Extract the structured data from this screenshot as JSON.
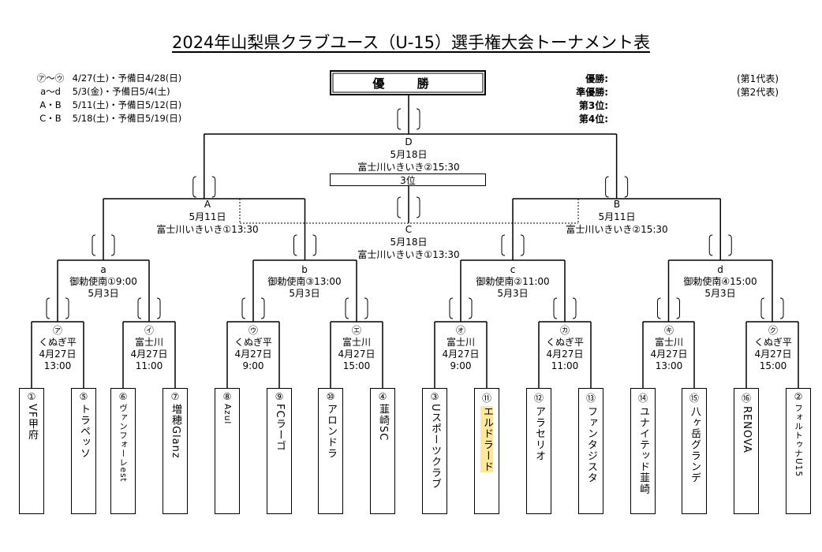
{
  "title": "2024年山梨県クラブユース（U-15）選手権大会トーナメント表",
  "schedule": [
    {
      "sym": "㋐～㋒",
      "text": "4/27(土)・予備日4/28(日)"
    },
    {
      "sym": "a～d",
      "text": "5/3(金)・予備日5/4(土)"
    },
    {
      "sym": "A・B",
      "text": "5/11(土)・予備日5/12(日)"
    },
    {
      "sym": "C・B",
      "text": "5/18(土)・予備日5/19(日)"
    }
  ],
  "results": {
    "champion": "優勝:",
    "runner_up": "準優勝:",
    "third": "第3位:",
    "fourth": "第4位:",
    "champion_note": "(第1代表)",
    "runner_up_note": "(第2代表)"
  },
  "champion_box": "優 勝",
  "third_box": "3位",
  "final": {
    "id": "D",
    "date": "5月18日",
    "venue": "富士川いきいき②15:30"
  },
  "third_place": {
    "id": "C",
    "date": "5月18日",
    "venue": "富士川いきいき①13:30"
  },
  "semis": [
    {
      "id": "A",
      "date": "5月11日",
      "venue": "富士川いきいき①13:30"
    },
    {
      "id": "B",
      "date": "5月11日",
      "venue": "富士川いきいき②15:30"
    }
  ],
  "quarters": [
    {
      "id": "a",
      "venue": "御勅使南①9:00",
      "date": "5月3日"
    },
    {
      "id": "b",
      "venue": "御勅使南③13:00",
      "date": "5月3日"
    },
    {
      "id": "c",
      "venue": "御勅使南②11:00",
      "date": "5月3日"
    },
    {
      "id": "d",
      "venue": "御勅使南④15:00",
      "date": "5月3日"
    }
  ],
  "first_round": [
    {
      "id": "㋐",
      "venue": "くぬぎ平",
      "date": "4月27日",
      "time": "13:00"
    },
    {
      "id": "㋑",
      "venue": "富士川",
      "date": "4月27日",
      "time": "11:00"
    },
    {
      "id": "㋒",
      "venue": "くぬぎ平",
      "date": "4月27日",
      "time": "9:00"
    },
    {
      "id": "㋓",
      "venue": "富士川",
      "date": "4月27日",
      "time": "15:00"
    },
    {
      "id": "㋔",
      "venue": "富士川",
      "date": "4月27日",
      "time": "9:00"
    },
    {
      "id": "㋕",
      "venue": "くぬぎ平",
      "date": "4月27日",
      "time": "11:00"
    },
    {
      "id": "㋖",
      "venue": "富士川",
      "date": "4月27日",
      "time": "13:00"
    },
    {
      "id": "㋗",
      "venue": "くぬぎ平",
      "date": "4月27日",
      "time": "15:00"
    }
  ],
  "teams": [
    {
      "num": "①",
      "name": "VF甲府"
    },
    {
      "num": "⑤",
      "name": "トラペッソ"
    },
    {
      "num": "⑥",
      "name": "ヴァンフォーレest"
    },
    {
      "num": "⑦",
      "name": "増穂Glanz"
    },
    {
      "num": "⑧",
      "name": "Azul"
    },
    {
      "num": "⑨",
      "name": "FCラーゴ"
    },
    {
      "num": "⑩",
      "name": "アロンドラ"
    },
    {
      "num": "④",
      "name": "韮崎SC"
    },
    {
      "num": "③",
      "name": "Uスポーツクラブ"
    },
    {
      "num": "⑪",
      "name": "エルドラード"
    },
    {
      "num": "⑫",
      "name": "アラセリオ"
    },
    {
      "num": "⑬",
      "name": "ファンタジスタ"
    },
    {
      "num": "⑭",
      "name": "ユナイテッド韮崎"
    },
    {
      "num": "⑮",
      "name": "八ヶ岳グランデ"
    },
    {
      "num": "⑯",
      "name": "RENOVA"
    },
    {
      "num": "②",
      "name": "フォルトゥナU15"
    }
  ],
  "highlight_color": "#fce89a"
}
